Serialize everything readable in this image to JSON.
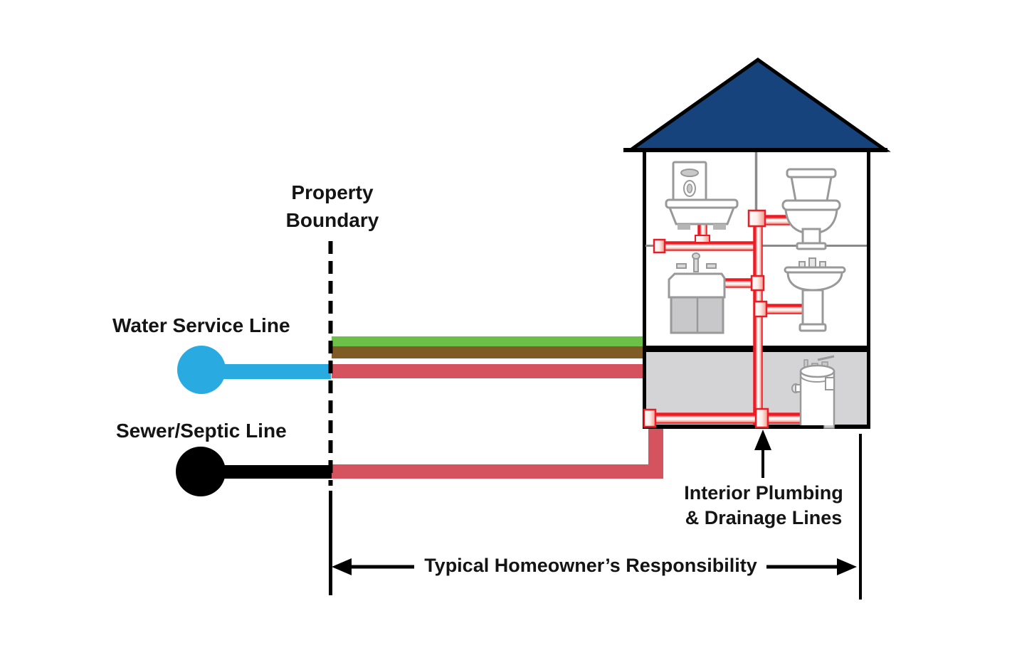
{
  "labels": {
    "property_boundary_lines": [
      "Property",
      "Boundary"
    ],
    "water_service_line": "Water Service Line",
    "sewer_septic_line": "Sewer/Septic Line",
    "interior_plumbing_lines": [
      "Interior Plumbing",
      "& Drainage Lines"
    ],
    "homeowner_responsibility": "Typical Homeowner’s Responsibility"
  },
  "colors": {
    "roof_navy": "#16437c",
    "water_line_blue": "#29abe2",
    "service_line_rose": "#d4535f",
    "lawn_green": "#6cc04a",
    "soil_brown": "#7f5c25",
    "pipe_red": "#ed1c24",
    "sewer_black": "#000000",
    "basement_gray": "#d4d4d6",
    "fixture_gray": "#999999"
  }
}
